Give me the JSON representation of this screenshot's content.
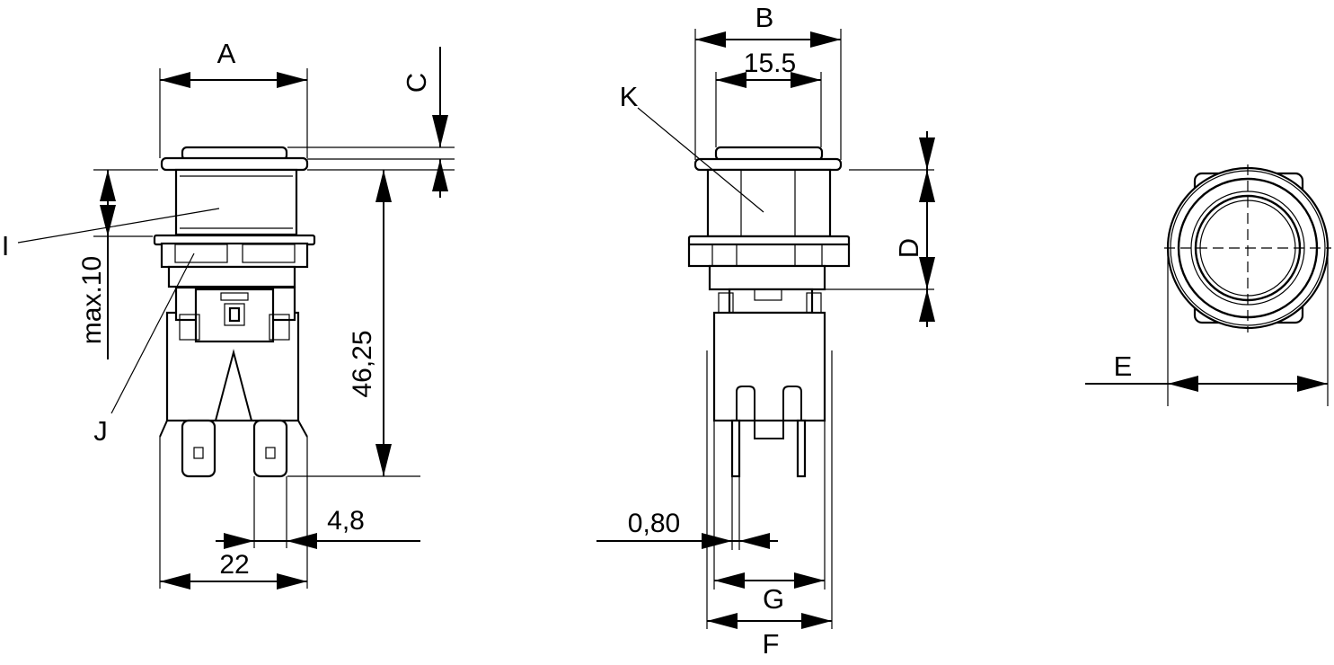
{
  "drawing": {
    "colors": {
      "line": "#000000",
      "background": "#ffffff"
    },
    "front_view": {
      "label_A": "A",
      "label_C": "C",
      "label_I": "I",
      "label_J": "J",
      "dim_max10": "max.10",
      "dim_height": "46,25",
      "dim_pin_pitch": "4,8",
      "dim_base": "22"
    },
    "side_view": {
      "label_B": "B",
      "dim_inner": "15.5",
      "label_K": "K",
      "label_D": "D",
      "dim_pin_thickness": "0,80",
      "label_G": "G",
      "label_F": "F"
    },
    "top_view": {
      "label_E": "E"
    }
  }
}
